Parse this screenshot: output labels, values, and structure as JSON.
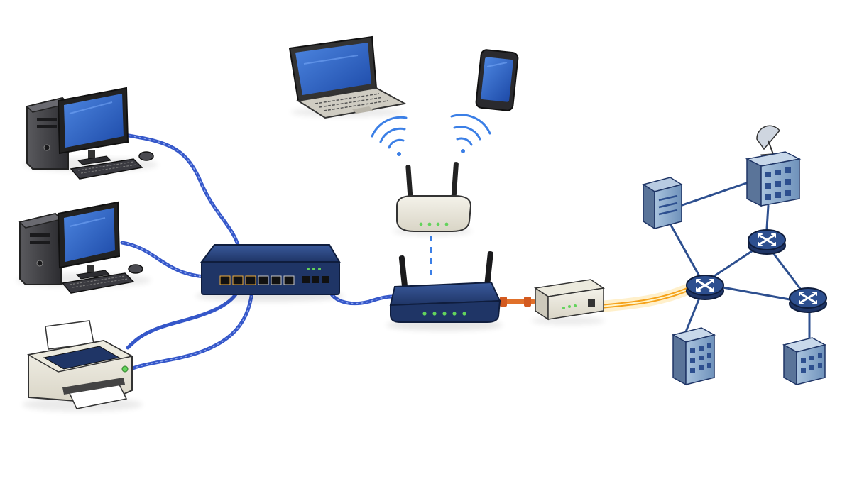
{
  "diagram": {
    "kind": "network-topology",
    "labels_visible": false,
    "colors": {
      "ethernet_cable": "#3557c9",
      "fiber_cable": "#f5a21b",
      "wifi_waves": "#3b7fe6",
      "device_navy": "#1f3566",
      "screen_blue": "#2f62c8",
      "wan_link": "#2d4f8f",
      "building_blue": "#8eaed0",
      "status_led": "#63d35c"
    },
    "nodes": [
      {
        "id": "desktop-pc-1",
        "icon": "desktop-computer-icon"
      },
      {
        "id": "desktop-pc-2",
        "icon": "desktop-computer-icon"
      },
      {
        "id": "printer",
        "icon": "printer-icon"
      },
      {
        "id": "network-switch",
        "icon": "switch-icon"
      },
      {
        "id": "laptop",
        "icon": "laptop-icon"
      },
      {
        "id": "smartphone",
        "icon": "smartphone-icon"
      },
      {
        "id": "wireless-access-point",
        "icon": "access-point-icon"
      },
      {
        "id": "router",
        "icon": "router-icon"
      },
      {
        "id": "modem",
        "icon": "modem-icon"
      },
      {
        "id": "wan-server",
        "icon": "server-icon"
      },
      {
        "id": "wan-building-satellite",
        "icon": "satellite-building-icon"
      },
      {
        "id": "wan-router-1",
        "icon": "router-node-icon"
      },
      {
        "id": "wan-router-2",
        "icon": "router-node-icon"
      },
      {
        "id": "wan-router-3",
        "icon": "router-node-icon"
      },
      {
        "id": "wan-building-1",
        "icon": "office-building-icon"
      },
      {
        "id": "wan-building-2",
        "icon": "office-building-icon"
      }
    ],
    "links": [
      {
        "from": "desktop-pc-1",
        "to": "network-switch",
        "medium": "ethernet"
      },
      {
        "from": "desktop-pc-2",
        "to": "network-switch",
        "medium": "ethernet"
      },
      {
        "from": "printer",
        "to": "network-switch",
        "medium": "ethernet"
      },
      {
        "from": "network-switch",
        "to": "router",
        "medium": "ethernet"
      },
      {
        "from": "wireless-access-point",
        "to": "router",
        "medium": "wired-dashed"
      },
      {
        "from": "laptop",
        "to": "wireless-access-point",
        "medium": "wifi"
      },
      {
        "from": "smartphone",
        "to": "wireless-access-point",
        "medium": "wifi"
      },
      {
        "from": "router",
        "to": "modem",
        "medium": "ethernet"
      },
      {
        "from": "modem",
        "to": "wan-router-2",
        "medium": "fiber"
      },
      {
        "from": "wan-server",
        "to": "wan-router-2",
        "medium": "wan"
      },
      {
        "from": "wan-server",
        "to": "wan-building-satellite",
        "medium": "wan"
      },
      {
        "from": "wan-building-satellite",
        "to": "wan-router-1",
        "medium": "wan"
      },
      {
        "from": "wan-router-1",
        "to": "wan-router-2",
        "medium": "wan"
      },
      {
        "from": "wan-router-1",
        "to": "wan-router-3",
        "medium": "wan"
      },
      {
        "from": "wan-router-2",
        "to": "wan-router-3",
        "medium": "wan"
      },
      {
        "from": "wan-router-2",
        "to": "wan-building-1",
        "medium": "wan"
      },
      {
        "from": "wan-router-3",
        "to": "wan-building-2",
        "medium": "wan"
      }
    ]
  }
}
